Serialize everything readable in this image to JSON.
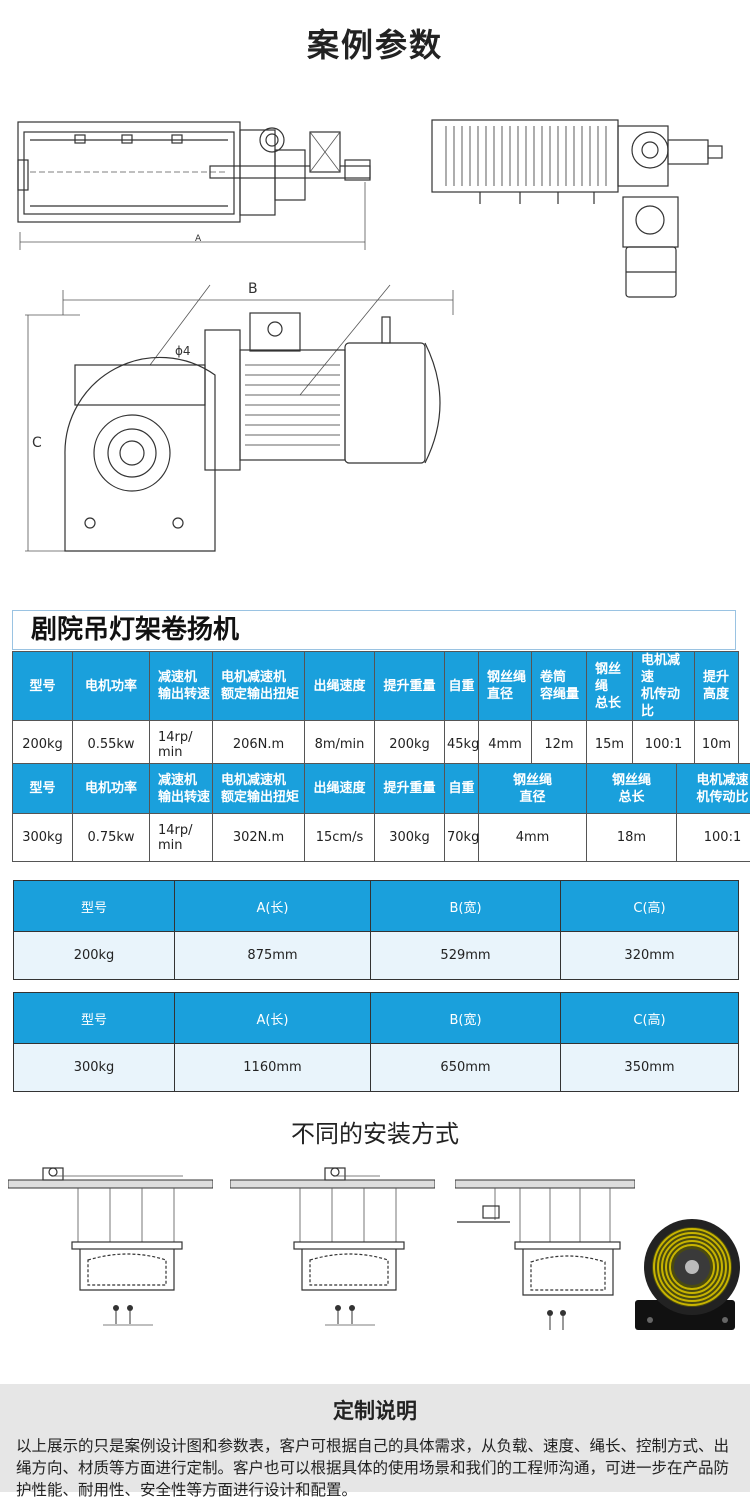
{
  "page": {
    "title": "案例参数"
  },
  "drawing_labels": {
    "a": "A",
    "b": "B",
    "c": "C",
    "phi": "ϕ4"
  },
  "product": {
    "name": "剧院吊灯架卷扬机"
  },
  "table1": {
    "headers": [
      "型号",
      "电机功率",
      "减速机\n输出转速",
      "电机减速机\n额定输出扭矩",
      "出绳速度",
      "提升重量",
      "自重",
      "钢丝绳\n直径",
      "卷筒\n容绳量",
      "钢丝绳\n总长",
      "电机减速\n机传动比",
      "提升\n高度"
    ],
    "row": [
      "200kg",
      "0.55kw",
      "14rp/\nmin",
      "206N.m",
      "8m/min",
      "200kg",
      "45kg",
      "4mm",
      "12m",
      "15m",
      "100:1",
      "10m"
    ]
  },
  "table2": {
    "headers": [
      "型号",
      "电机功率",
      "减速机\n输出转速",
      "电机减速机\n额定输出扭矩",
      "出绳速度",
      "提升重量",
      "自重",
      "钢丝绳\n直径",
      "钢丝绳\n总长",
      "电机减速\n机传动比"
    ],
    "row": [
      "300kg",
      "0.75kw",
      "14rp/\nmin",
      "302N.m",
      "15cm/s",
      "300kg",
      "70kg",
      "4mm",
      "18m",
      "100:1"
    ]
  },
  "dim_table1": {
    "headers": [
      "型号",
      "A(长)",
      "B(宽)",
      "C(高)"
    ],
    "row": [
      "200kg",
      "875mm",
      "529mm",
      "320mm"
    ]
  },
  "dim_table2": {
    "headers": [
      "型号",
      "A(长)",
      "B(宽)",
      "C(高)"
    ],
    "row": [
      "300kg",
      "1160mm",
      "650mm",
      "350mm"
    ]
  },
  "install": {
    "title": "不同的安装方式"
  },
  "footer": {
    "title": "定制说明",
    "text": "以上展示的只是案例设计图和参数表，客户可根据自己的具体需求，从负载、速度、绳长、控制方式、出绳方向、材质等方面进行定制。客户也可以根据具体的使用场景和我们的工程师沟通，可进一步在产品防护性能、耐用性、安全性等方面进行设计和配置。"
  },
  "colors": {
    "header_blue": "#1aa0dc",
    "row_light": "#e9f4fb",
    "footer_gray": "#e6e6e6"
  }
}
